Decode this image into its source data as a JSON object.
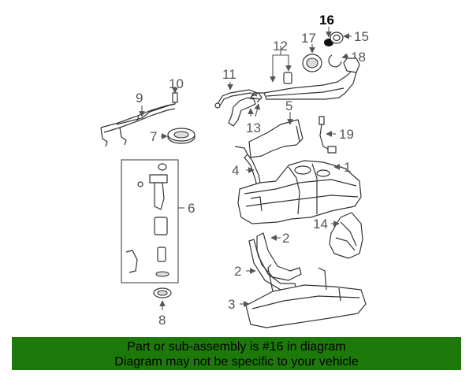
{
  "callouts": {
    "c1": "1",
    "c2a": "2",
    "c2b": "2",
    "c3": "3",
    "c4": "4",
    "c5": "5",
    "c6": "6",
    "c7": "7",
    "c8": "8",
    "c9": "9",
    "c10": "10",
    "c11": "11",
    "c12": "12",
    "c13": "13",
    "c14": "14",
    "c15": "15",
    "c16": "16",
    "c17": "17",
    "c18": "18",
    "c19": "19"
  },
  "highlight_part": "16",
  "banner": {
    "line1": "Part or sub-assembly is #16 in diagram",
    "line2": "Diagram may not be specific to your vehicle"
  },
  "colors": {
    "banner_bg": "#1d7a0a",
    "line": "#333333",
    "highlight_part": "#000000"
  }
}
